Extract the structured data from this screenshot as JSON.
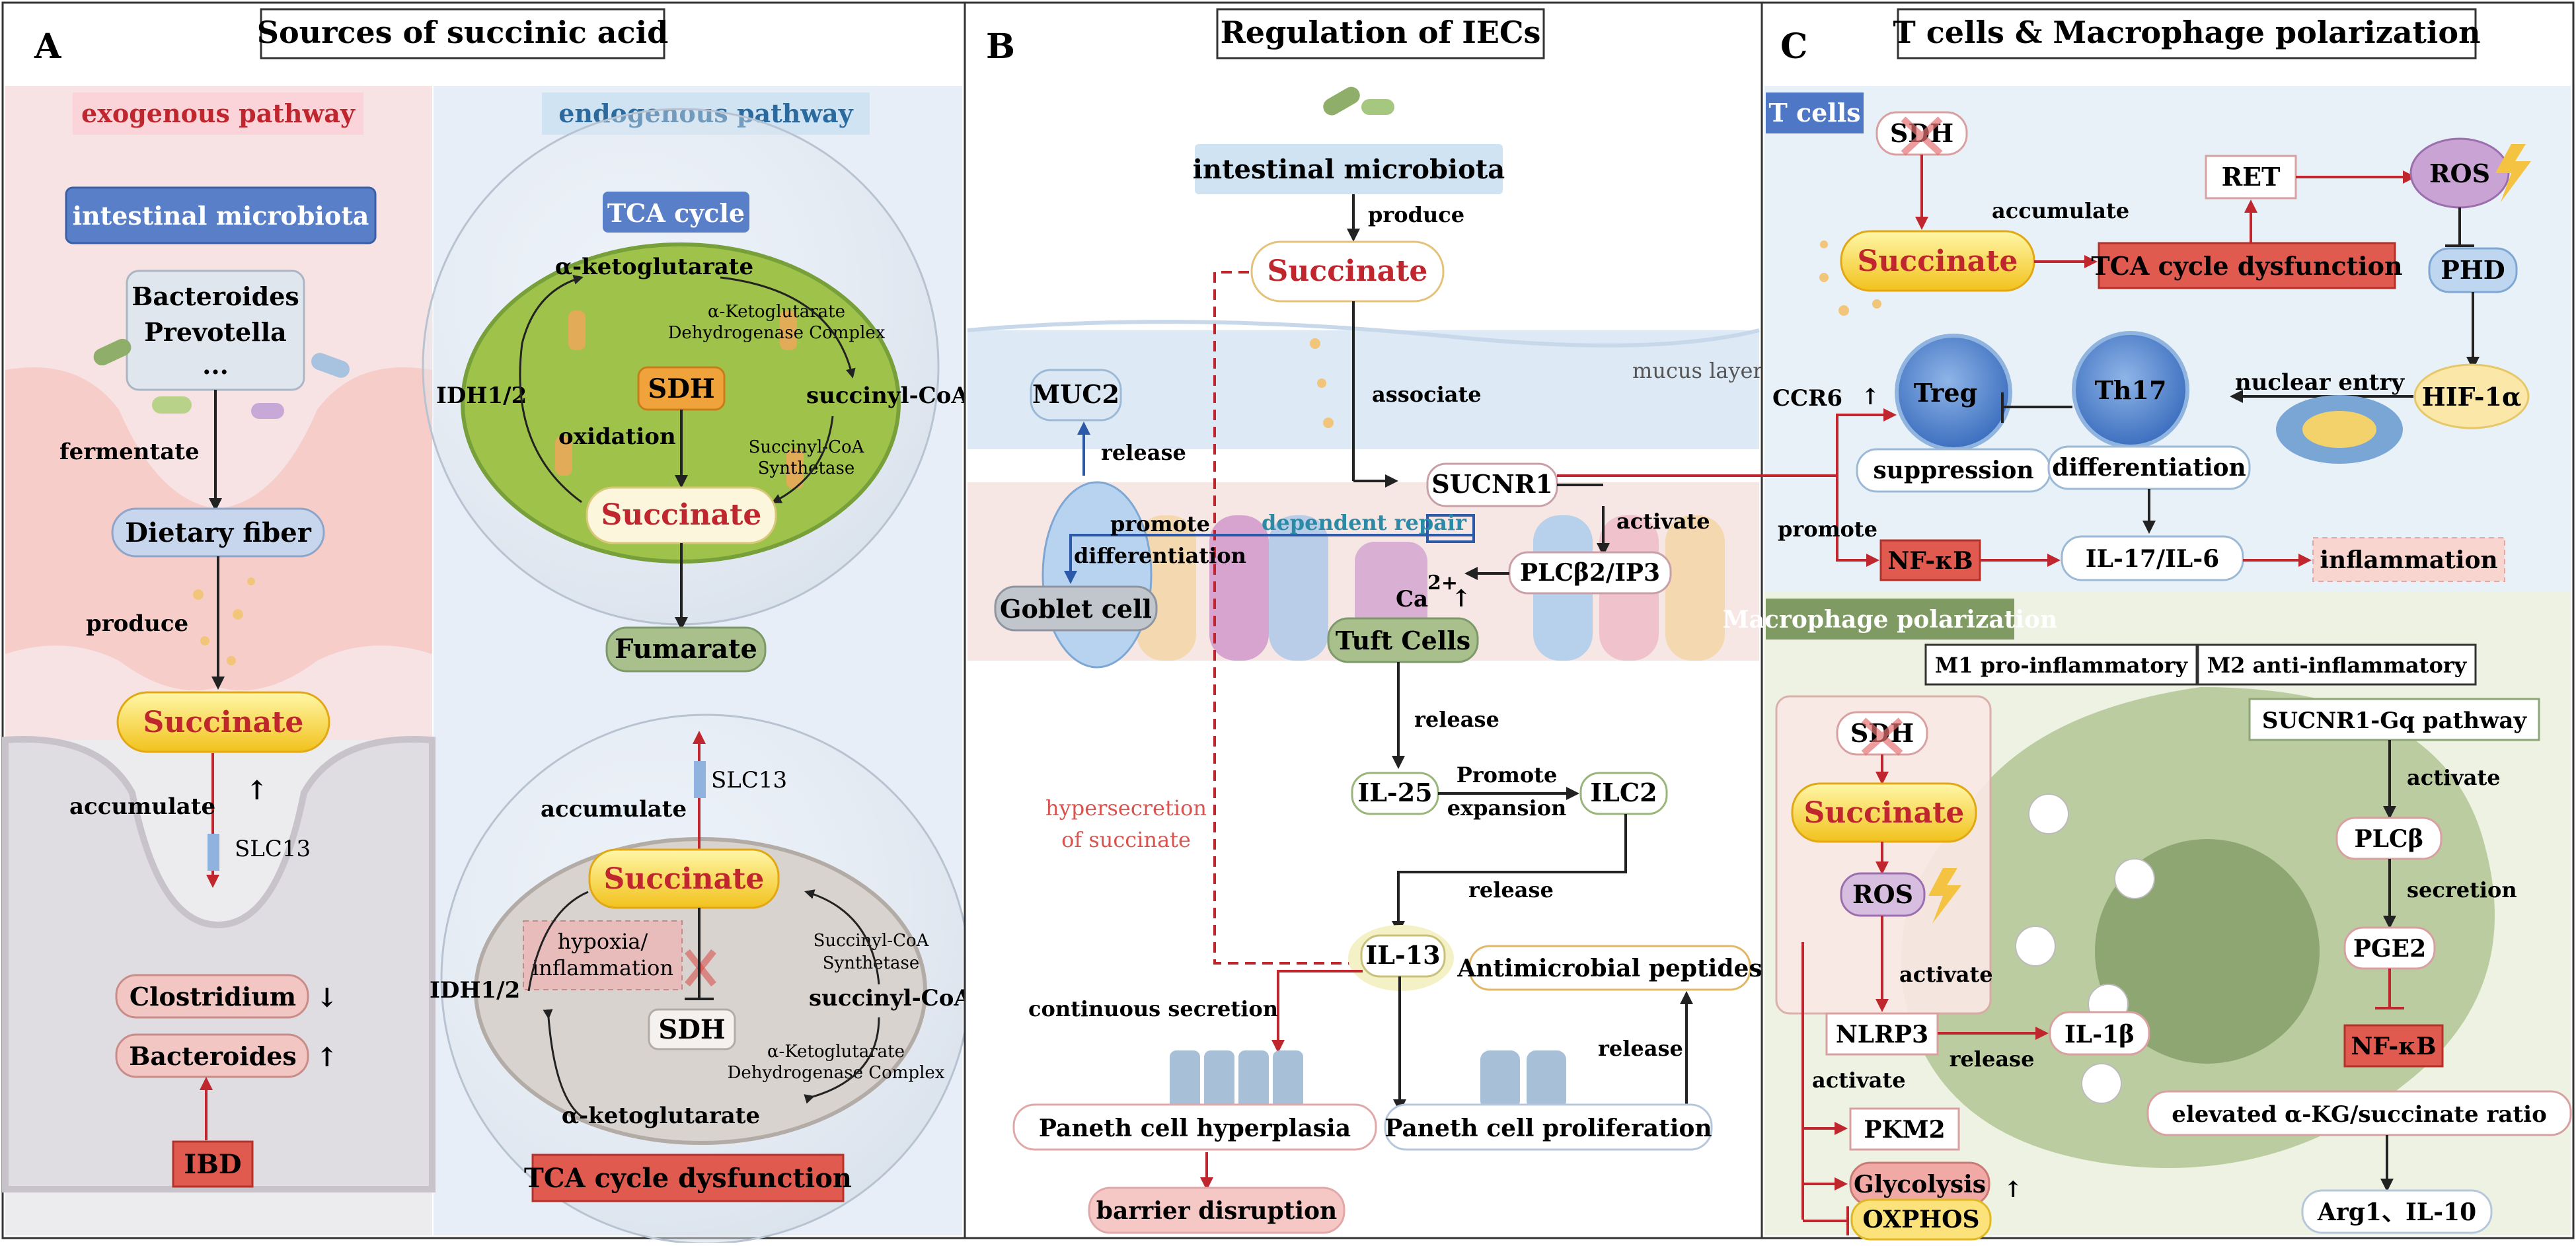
{
  "panel_a": {
    "letter": "A",
    "title": "Sources of succinic acid",
    "exogenous_label": "exogenous pathway",
    "endogenous_label": "endogenous pathway",
    "intestinal_microbiota": "intestinal microbiota",
    "bacteroides": "Bacteroides",
    "prevotella": "Prevotella",
    "ellipsis": "...",
    "fermentate": "fermentate",
    "dietary_fiber": "Dietary fiber",
    "produce": "produce",
    "succinate": "Succinate",
    "accumulate": "accumulate",
    "slc13": "SLC13",
    "clostridium": "Clostridium",
    "bacteroides_box": "Bacteroides",
    "ibd": "IBD",
    "tca_cycle": "TCA cycle",
    "a_kg_top": "α-ketoglutarate",
    "akgdh_top_1": "α-Ketoglutarate",
    "akgdh_top_2": "Dehydrogenase Complex",
    "succinyl_coa_top": "succinyl-CoA",
    "scs_top_1": "Succinyl-CoA",
    "scs_top_2": "Synthetase",
    "idh_top": "IDH1/2",
    "sdh_top": "SDH",
    "oxidation": "oxidation",
    "succinate_mito": "Succinate",
    "fumarate": "Fumarate",
    "slc13_lower": "SLC13",
    "accumulate_lower": "accumulate",
    "succinate_lower": "Succinate",
    "hypoxia_1": "hypoxia/",
    "hypoxia_2": "inflammation",
    "idh_bottom": "IDH1/2",
    "sdh_bottom": "SDH",
    "scs_bottom_1": "Succinyl-CoA",
    "scs_bottom_2": "Synthetase",
    "succinyl_coa_bottom": "succinyl-CoA",
    "akgdh_bottom_1": "α-Ketoglutarate",
    "akgdh_bottom_2": "Dehydrogenase Complex",
    "a_kg_bottom": "α-ketoglutarate",
    "tca_dysfunction": "TCA cycle dysfunction"
  },
  "panel_b": {
    "letter": "B",
    "title": "Regulation of IECs",
    "microbiota": "intestinal microbiota",
    "produce": "produce",
    "succinate": "Succinate",
    "muc2": "MUC2",
    "associate": "associate",
    "mucus_layer": "mucus layer",
    "release_muc2": "release",
    "sucnr1": "SUCNR1",
    "activate": "activate",
    "promote": "promote",
    "differentiation": "differentiation",
    "dependent_repair": "dependent repair",
    "plc": "PLCβ2/IP3",
    "ca": "Ca",
    "ca_sup": "2+",
    "goblet_cell": "Goblet cell",
    "tuft_cells": "Tuft Cells",
    "release_il25": "release",
    "il25": "IL-25",
    "promote2": "Promote",
    "expansion": "expansion",
    "ilc2": "ILC2",
    "hyper_1": "hypersecretion",
    "hyper_2": "of succinate",
    "release_il13": "release",
    "il13": "IL-13",
    "antimicrobial": "Antimicrobial peptides",
    "continuous": "continuous secretion",
    "release_amp": "release",
    "paneth_hyper": "Paneth cell hyperplasia",
    "paneth_prolif": "Paneth cell proliferation",
    "barrier": "barrier disruption"
  },
  "panel_c": {
    "letter": "C",
    "title": "T cells & Macrophage polarization",
    "t_cells": "T cells",
    "sdh": "SDH",
    "accumulate": "accumulate",
    "ret": "RET",
    "ros": "ROS",
    "succinate": "Succinate",
    "tca_dysfunction": "TCA cycle dysfunction",
    "phd": "PHD",
    "ccr6": "CCR6",
    "treg": "Treg",
    "th17": "Th17",
    "nuclear_entry": "nuclear entry",
    "hif": "HIF-1α",
    "suppression": "suppression",
    "differentiation": "differentiation",
    "promote": "promote",
    "nfkb": "NF-κB",
    "il17": "IL-17/IL-6",
    "inflammation": "inflammation",
    "macrophage": "Macrophage polarization",
    "m1": "M1 pro-inflammatory",
    "m2": "M2 anti-inflammatory",
    "sdh_m": "SDH",
    "succinate_m": "Succinate",
    "ros_m": "ROS",
    "activate1": "activate",
    "nlrp3": "NLRP3",
    "release": "release",
    "il1b": "IL-1β",
    "activate2": "activate",
    "pkm2": "PKM2",
    "glycolysis": "Glycolysis",
    "oxphos": "OXPHOS",
    "gq": "SUCNR1-Gq pathway",
    "activate3": "activate",
    "plcb": "PLCβ",
    "secretion": "secretion",
    "pge2": "PGE2",
    "nfkb_m": "NF-κB",
    "ratio": "elevated α-KG/succinate ratio",
    "arg": "Arg1、IL-10"
  }
}
